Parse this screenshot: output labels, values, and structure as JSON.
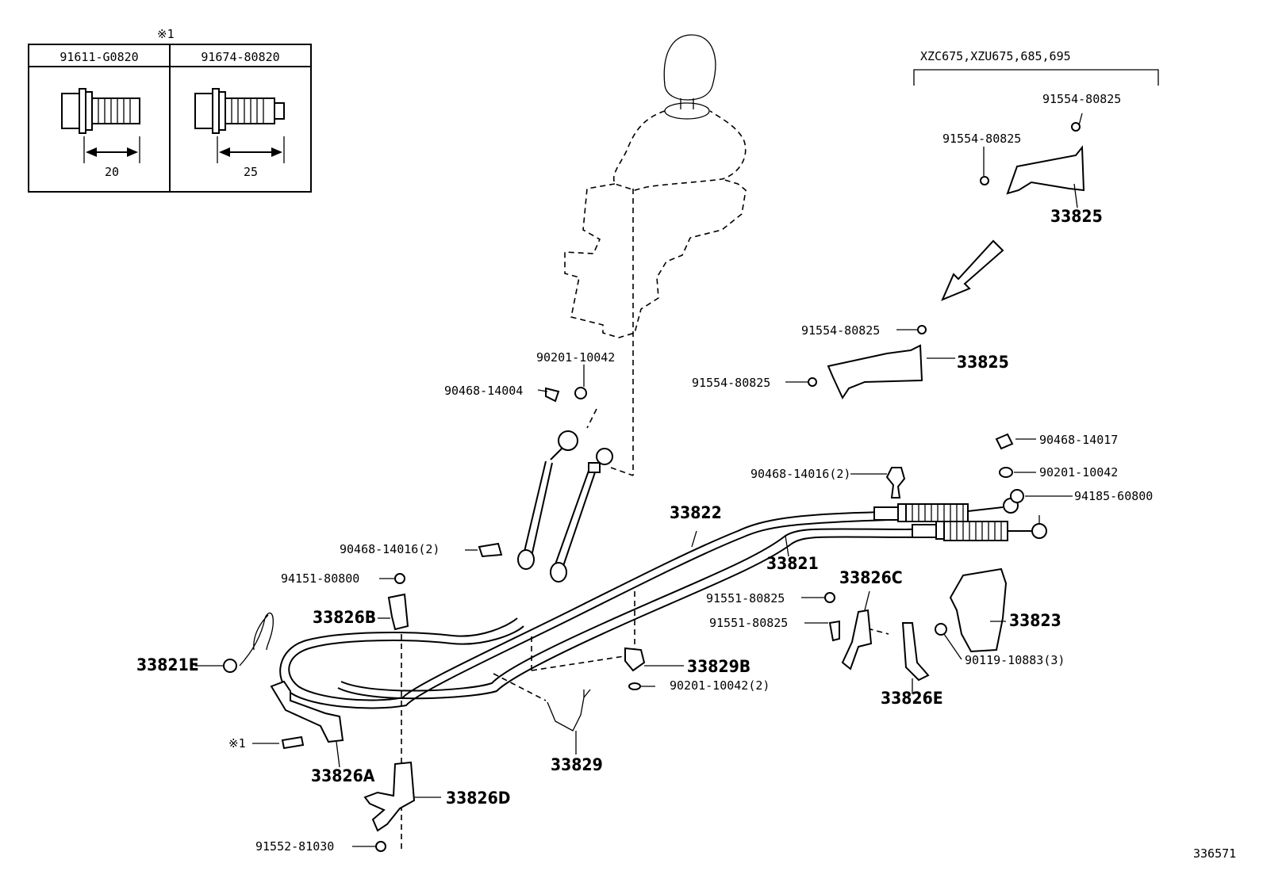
{
  "table": {
    "marker": "※1",
    "columns": [
      {
        "part": "91611-G0820",
        "length": "20"
      },
      {
        "part": "91674-80820",
        "length": "25"
      }
    ]
  },
  "variant_note": "XZC675,XZU675,685,695",
  "figure_number": "336571",
  "labels": {
    "p91554_a": "91554-80825",
    "p91554_b": "91554-80825",
    "p33825_top": "33825",
    "p91554_c": "91554-80825",
    "p33825_main": "33825",
    "p91554_d": "91554-80825",
    "p90201_10042_top": "90201-10042",
    "p90468_14004": "90468-14004",
    "p90468_14017": "90468-14017",
    "p90201_10042_right": "90201-10042",
    "p90468_14016_right": "90468-14016(2)",
    "p94185_60800": "94185-60800",
    "p33822": "33822",
    "p33821": "33821",
    "p90468_14016_left": "90468-14016(2)",
    "p94151_80800": "94151-80800",
    "p33826B": "33826B",
    "p33826C": "33826C",
    "p91551_a": "91551-80825",
    "p91551_b": "91551-80825",
    "p33823": "33823",
    "p90119_10883": "90119-10883(3)",
    "p33821E": "33821E",
    "p33829B": "33829B",
    "p90201_10042_b": "90201-10042(2)",
    "p33826E": "33826E",
    "p33829": "33829",
    "p33826A": "33826A",
    "p33826D": "33826D",
    "p91552_81030": "91552-81030",
    "ref_marker": "※1"
  }
}
